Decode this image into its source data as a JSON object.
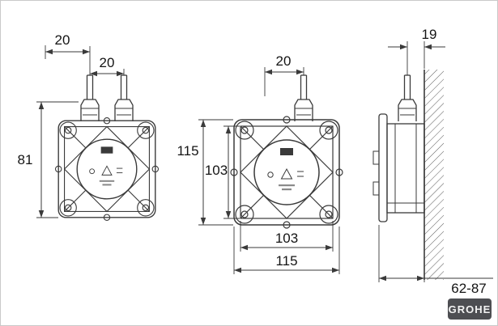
{
  "colors": {
    "line": "#3a3a3a",
    "text": "#141414",
    "logo_bg": "#4d4e52",
    "logo_text": "#f2f2f2"
  },
  "front_left_view": {
    "dim_pipe_offset": "20",
    "dim_pipe_spacing": "20",
    "dim_height_to_base": "81"
  },
  "front_right_view": {
    "dim_pipe_offset": "20",
    "dim_overall_height": "115",
    "dim_body_height": "103",
    "dim_body_width": "103",
    "dim_overall_width": "115"
  },
  "side_view": {
    "dim_pipe_to_wall": "19",
    "dim_installation_depth": "62-87"
  },
  "logo": {
    "label": "GROHE"
  }
}
